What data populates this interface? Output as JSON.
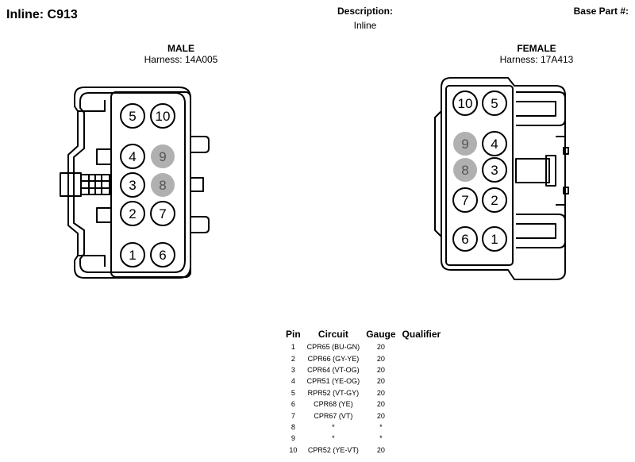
{
  "header": {
    "title": "Inline: C913",
    "description_label": "Description:",
    "description_value": "Inline",
    "base_part_label": "Base Part #:"
  },
  "male": {
    "title": "MALE",
    "harness": "Harness: 14A005",
    "pins": [
      {
        "label": "5",
        "shaded": false
      },
      {
        "label": "10",
        "shaded": false
      },
      {
        "label": "4",
        "shaded": false
      },
      {
        "label": "9",
        "shaded": true
      },
      {
        "label": "3",
        "shaded": false
      },
      {
        "label": "8",
        "shaded": true
      },
      {
        "label": "2",
        "shaded": false
      },
      {
        "label": "7",
        "shaded": false
      },
      {
        "label": "1",
        "shaded": false
      },
      {
        "label": "6",
        "shaded": false
      }
    ]
  },
  "female": {
    "title": "FEMALE",
    "harness": "Harness: 17A413",
    "pins": [
      {
        "label": "10",
        "shaded": false
      },
      {
        "label": "5",
        "shaded": false
      },
      {
        "label": "9",
        "shaded": true
      },
      {
        "label": "4",
        "shaded": false
      },
      {
        "label": "8",
        "shaded": true
      },
      {
        "label": "3",
        "shaded": false
      },
      {
        "label": "7",
        "shaded": false
      },
      {
        "label": "2",
        "shaded": false
      },
      {
        "label": "6",
        "shaded": false
      },
      {
        "label": "1",
        "shaded": false
      }
    ]
  },
  "pin_table": {
    "headers": {
      "pin": "Pin",
      "circuit": "Circuit",
      "gauge": "Gauge",
      "qualifier": "Qualifier"
    },
    "rows": [
      {
        "pin": "1",
        "circuit": "CPR65 (BU-GN)",
        "gauge": "20",
        "qualifier": ""
      },
      {
        "pin": "2",
        "circuit": "CPR66 (GY-YE)",
        "gauge": "20",
        "qualifier": ""
      },
      {
        "pin": "3",
        "circuit": "CPR64 (VT-OG)",
        "gauge": "20",
        "qualifier": ""
      },
      {
        "pin": "4",
        "circuit": "CPR51 (YE-OG)",
        "gauge": "20",
        "qualifier": ""
      },
      {
        "pin": "5",
        "circuit": "RPR52 (VT-GY)",
        "gauge": "20",
        "qualifier": ""
      },
      {
        "pin": "6",
        "circuit": "CPR68 (YE)",
        "gauge": "20",
        "qualifier": ""
      },
      {
        "pin": "7",
        "circuit": "CPR67 (VT)",
        "gauge": "20",
        "qualifier": ""
      },
      {
        "pin": "8",
        "circuit": "*",
        "gauge": "*",
        "qualifier": ""
      },
      {
        "pin": "9",
        "circuit": "*",
        "gauge": "*",
        "qualifier": ""
      },
      {
        "pin": "10",
        "circuit": "CPR52 (YE-VT)",
        "gauge": "20",
        "qualifier": ""
      }
    ]
  }
}
